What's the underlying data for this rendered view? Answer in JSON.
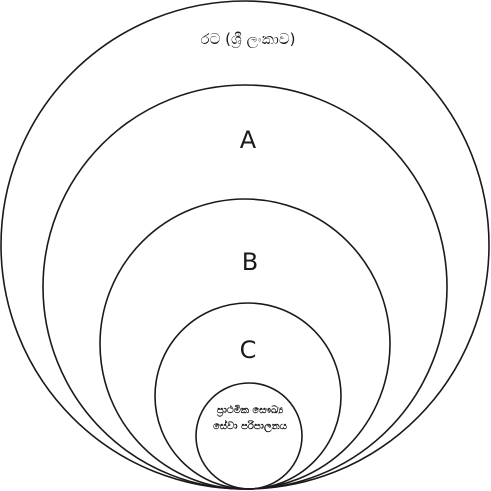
{
  "diagram": {
    "outer_label": "රට (ශ්‍රී ලංකාව)",
    "level_a": "A",
    "level_b": "B",
    "level_c": "C",
    "inner_label_line1": "ප්‍රාථමික සෞඛ්‍ය",
    "inner_label_line2": "සේවා පරිපාලනය"
  }
}
